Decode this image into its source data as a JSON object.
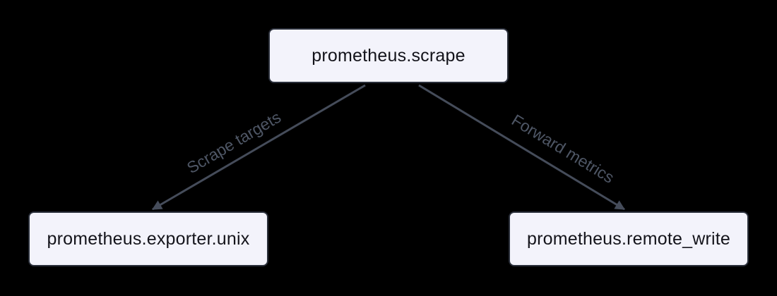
{
  "diagram": {
    "type": "flowchart",
    "nodes": [
      {
        "id": "prometheus.scrape",
        "label": "prometheus.scrape"
      },
      {
        "id": "prometheus.exporter.unix",
        "label": "prometheus.exporter.unix"
      },
      {
        "id": "prometheus.remote_write",
        "label": "prometheus.remote_write"
      }
    ],
    "edges": [
      {
        "from": "prometheus.scrape",
        "to": "prometheus.exporter.unix",
        "label": "Scrape targets"
      },
      {
        "from": "prometheus.scrape",
        "to": "prometheus.remote_write",
        "label": "Forward metrics"
      }
    ],
    "colors": {
      "bg_color": "#000000",
      "node_fill": "#f3f3fb",
      "node_border": "#2a2f3a",
      "node_text": "#14141b",
      "edge_color": "#454c5a",
      "edge_label_color": "#4e5665"
    }
  }
}
